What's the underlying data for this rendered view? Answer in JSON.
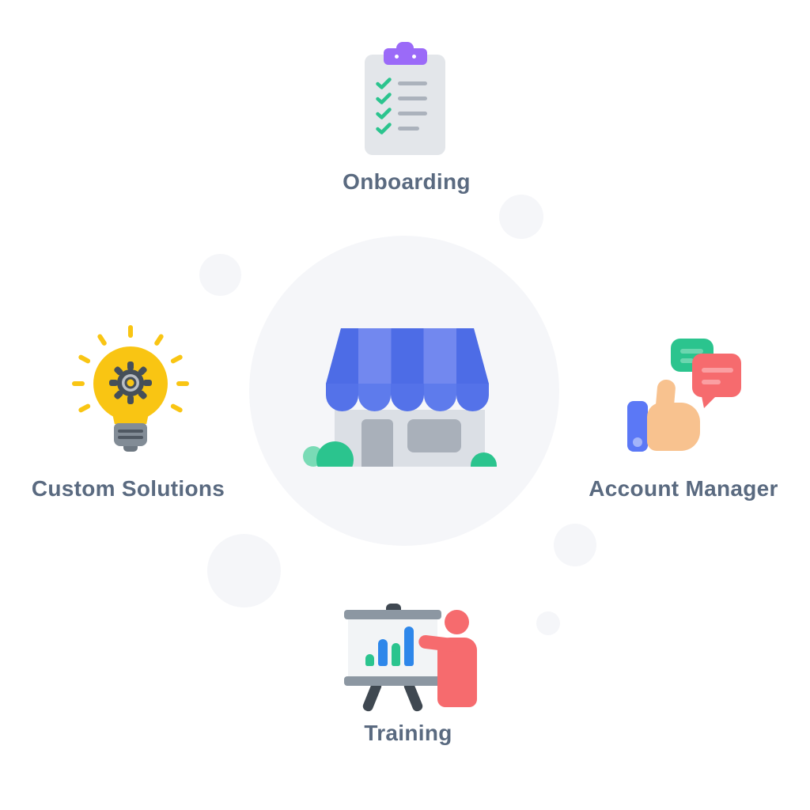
{
  "center": {
    "icon": "storefront-icon"
  },
  "features": [
    {
      "label": "Onboarding",
      "icon": "clipboard-checklist-icon",
      "position": "top"
    },
    {
      "label": "Custom Solutions",
      "icon": "lightbulb-gear-icon",
      "position": "left"
    },
    {
      "label": "Account Manager",
      "icon": "thumbs-up-chat-icon",
      "position": "right"
    },
    {
      "label": "Training",
      "icon": "presentation-trainer-icon",
      "position": "bottom"
    }
  ],
  "colors": {
    "slate": "#5A6A80",
    "purple": "#9B6AF8",
    "clip-body": "#E3E6EA",
    "line-gray": "#ABB2BC",
    "green": "#2BC48E",
    "green-soft": "#6BD6AF",
    "bush-soft": "#7ADBB6",
    "yellow": "#F9C513",
    "gear-dark": "#454F59",
    "gear-ring": "#B9BEC4",
    "base-gray": "#828C96",
    "base-line": "#4F5862",
    "tip-gray": "#6E7882",
    "soft-circle": "#F5F6F9",
    "awn-dark": "#4D6CE6",
    "awn-light": "#7288EF",
    "scal-dark": "#5472E9",
    "scal-light": "#5E7BEC",
    "bldg": "#DBDFE5",
    "door": "#A9B0BA",
    "skin": "#F8C28F",
    "sleeve": "#5B78F6",
    "sleeve-dot": "#A3B4FA",
    "coral": "#F66B6E",
    "coral-soft": "#FA9FA2",
    "chart-blue": "#2E87EA",
    "board": "#F2F4F6",
    "bar-gray": "#8C97A2",
    "leg-dark": "#3F4851"
  }
}
